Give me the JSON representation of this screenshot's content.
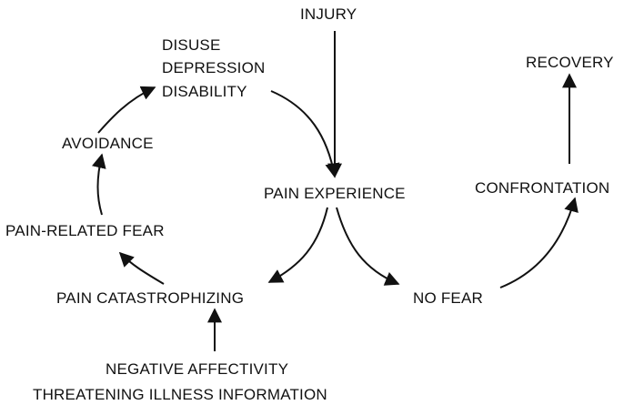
{
  "nodes": {
    "injury": "INJURY",
    "disuse": "DISUSE",
    "depression": "DEPRESSION",
    "disability": "DISABILITY",
    "avoidance": "AVOIDANCE",
    "pain_experience": "PAIN EXPERIENCE",
    "pain_related_fear": "PAIN-RELATED FEAR",
    "pain_catastrophizing": "PAIN CATASTROPHIZING",
    "no_fear": "NO FEAR",
    "confrontation": "CONFRONTATION",
    "recovery": "RECOVERY",
    "negative_affectivity": "NEGATIVE AFFECTIVITY",
    "threatening_illness_information": "THREATENING ILLNESS INFORMATION"
  },
  "colors": {
    "ink": "#111111",
    "background": "#ffffff"
  }
}
